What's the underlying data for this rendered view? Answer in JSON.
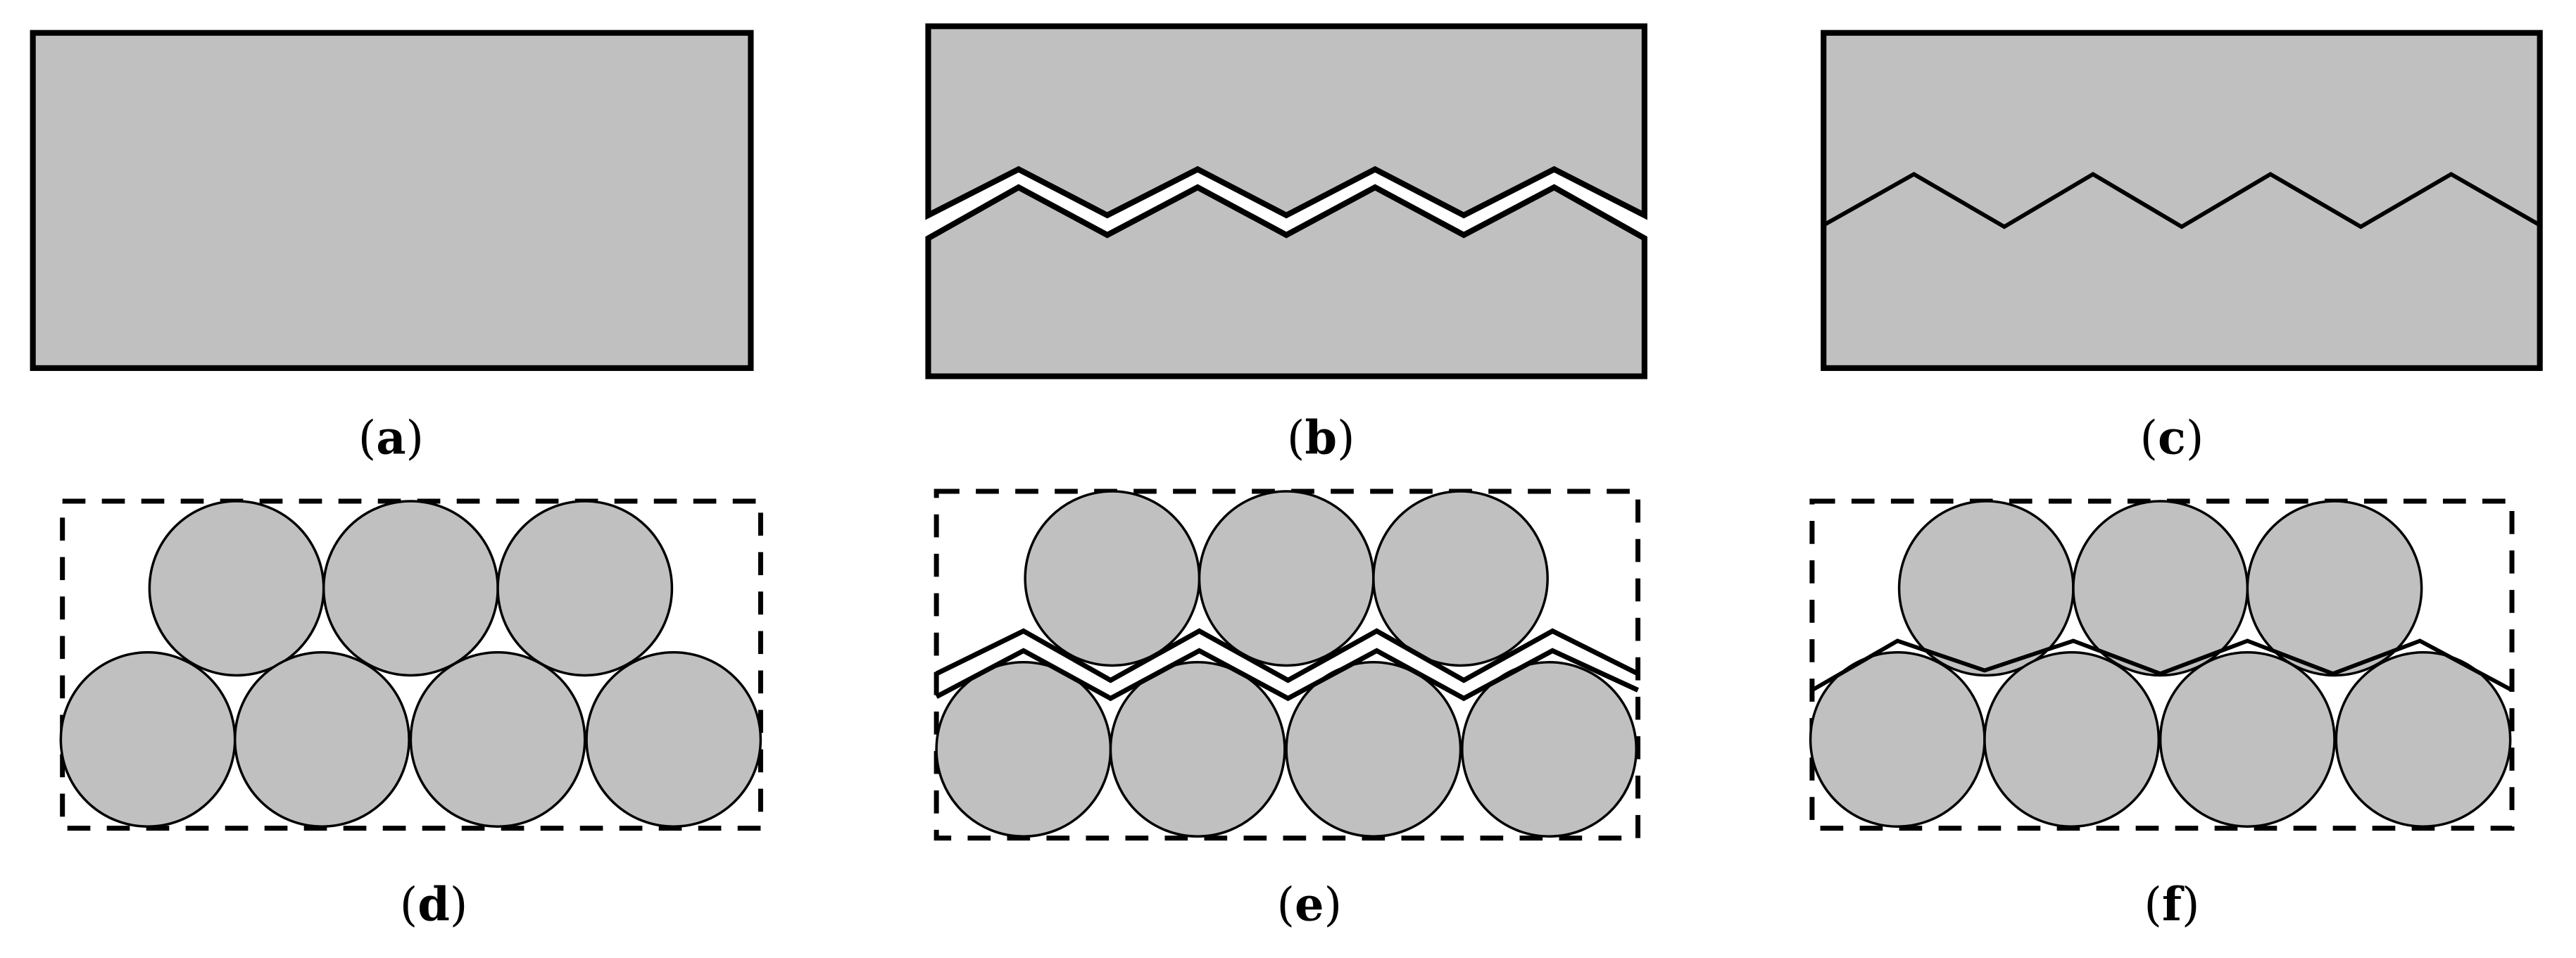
{
  "figure": {
    "background": "#ffffff",
    "fill_color": "#c0c0c0",
    "stroke_color": "#000000",
    "panels": [
      {
        "id": "a",
        "label_open": "(",
        "label_letter": "a",
        "label_close": ")",
        "description": "solid block"
      },
      {
        "id": "b",
        "label_open": "(",
        "label_letter": "b",
        "label_close": ")",
        "description": "block split by zigzag gap"
      },
      {
        "id": "c",
        "label_open": "(",
        "label_letter": "c",
        "label_close": ")",
        "description": "block with zigzag interface"
      },
      {
        "id": "d",
        "label_open": "(",
        "label_letter": "d",
        "label_close": ")",
        "description": "packed particles, no interface"
      },
      {
        "id": "e",
        "label_open": "(",
        "label_letter": "e",
        "label_close": ")",
        "description": "packed particles with zigzag gap"
      },
      {
        "id": "f",
        "label_open": "(",
        "label_letter": "f",
        "label_close": ")",
        "description": "packed particles with zigzag interface"
      }
    ]
  }
}
